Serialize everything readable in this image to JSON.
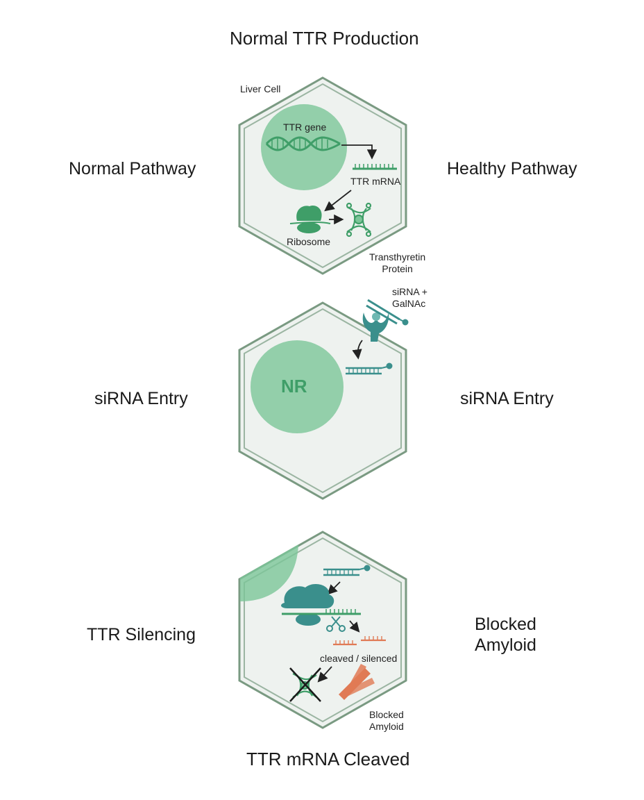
{
  "titles": {
    "top": "Normal TTR Production",
    "bottom": "TTR mRNA Cleaved"
  },
  "side_labels": {
    "row1_left": "Normal Pathway",
    "row1_right": "Healthy Pathway",
    "row2_left": "siRNA Entry",
    "row2_right": "siRNA Entry",
    "row3_left": "TTR Silencing",
    "row3_right_line1": "Blocked",
    "row3_right_line2": "Amyloid"
  },
  "panel1": {
    "cell_label": "Liver Cell",
    "gene_label": "TTR gene",
    "mrna_label": "TTR mRNA",
    "ribosome_label": "Ribosome",
    "protein_label_line1": "Transthyretin",
    "protein_label_line2": "Protein"
  },
  "panel2": {
    "sirna_label_line1": "siRNA +",
    "sirna_label_line2": "GalNAc",
    "nucleus_label": "NR"
  },
  "panel3": {
    "cleaved_label": "cleaved / silenced",
    "blocked_label_line1": "Blocked",
    "blocked_label_line2": "Amyloid"
  },
  "colors": {
    "cell_fill": "#eef2ef",
    "cell_border": "#7a9a82",
    "nucleus": "#7cc598",
    "green": "#3f9e68",
    "teal": "#3a8f8c",
    "orange": "#e07a55"
  }
}
